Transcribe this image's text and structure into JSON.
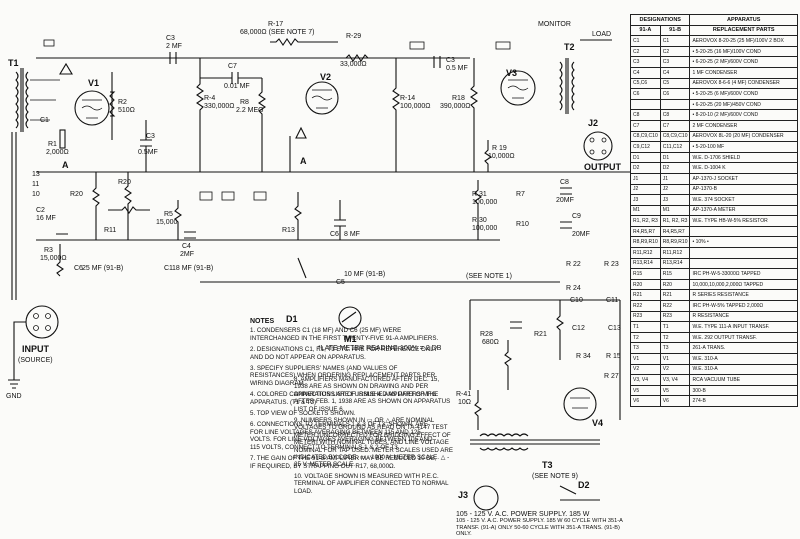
{
  "labels": {
    "t1": "T1",
    "input": "INPUT",
    "source": "(SOURCE)",
    "gnd": "GND",
    "c1": "C1",
    "r1": "R1",
    "r1v": "2,000Ω",
    "v1": "V1",
    "r2": "R2",
    "r2v": "510Ω",
    "c2": "C2",
    "c2v": "16 MF",
    "r3": "R3",
    "r3v": "15,000Ω",
    "c3": "C3",
    "c3v": "2 MF",
    "c3b": "C3",
    "c3bv": "0.5MF",
    "r4": "R-4",
    "r4v": "330,000Ω",
    "c7": "C7",
    "c7v": "0.01 MF",
    "r17": "R-17",
    "r17v": "68,000Ω (SEE NOTE 7)",
    "r29": "R-29",
    "r29v": "33,000Ω",
    "c3n": "C3",
    "c3nv": "0.5 MF",
    "v2": "V2",
    "r8": "R8",
    "r8v": "2.2 MEG",
    "r13": "R13",
    "r14": "R-14",
    "r14v": "100,000Ω",
    "c6": "C6",
    "c6v": "8 MF",
    "v3": "V3",
    "r18": "R18",
    "r18v": "390,000Ω",
    "r19": "R 19",
    "r19v": "10,000Ω",
    "t2": "T2",
    "j2": "J2",
    "output": "OUTPUT",
    "monitor": "MONITOR",
    "load": "LOAD",
    "t1_13": "13",
    "t1_11": "11",
    "t1_10": "10",
    "r20": "R20",
    "r5": "R5",
    "r5v": "15,000",
    "c4": "C4",
    "c4v": "2MF",
    "r11": "R11",
    "r31": "R 31",
    "r31v": "100,000",
    "r30": "R 30",
    "r30v": "100,000",
    "r7": "R7",
    "r10": "R10",
    "c8": "C8",
    "c8v": "20MF",
    "c9": "C9",
    "c9v": "20MF",
    "c6n": "C6",
    "c6nv": "25 MF (91-B)",
    "c1n": "C1",
    "c1nv": "18 MF (91-B)",
    "c5": "C5",
    "c5v": "10 MF (91-B)",
    "seenote": "(SEE NOTE 1)",
    "d1": "D1",
    "m1": "M1",
    "m1note": "*LATE METER READING 100% = 2 DB",
    "r22": "R 22",
    "r23": "R 23",
    "r24": "R 24",
    "r28": "R28",
    "r28v": "680Ω",
    "r21": "R21",
    "c10": "C10",
    "c11": "C11",
    "c12": "C12",
    "c13": "C13",
    "r34": "R 34",
    "r15": "R 15",
    "r27": "R 27",
    "r41": "R-41",
    "r41v": "10Ω",
    "v4": "V4",
    "t3": "T3",
    "t3note": "(SEE NOTE 9)",
    "j3": "J3",
    "d2": "D2",
    "power": "105 - 125 V. A.C. POWER SUPPLY. 185 W 60 CYCLE WITH 351-A TRANSF. (91-A) ONLY 50-60 CYCLE WITH 351-A TRANS. (91-B) ONLY."
  },
  "notes": {
    "title": "NOTES",
    "n1": "1. CONDENSERS C1 (18 MF) AND C6 (25 MF) WERE INTERCHANGED IN THE FIRST TWENTY-FIVE 91-A AMPLIFIERS.",
    "n2": "2. DESIGNATIONS C1, R1, T1 ETC. ARE FOR REFERENCE ONLY AND DO NOT APPEAR ON APPARATUS.",
    "n3": "3. SPECIFY SUPPLIERS' NAMES (AND VALUES OF RESISTANCES) WHEN ORDERING REPLACEMENT PARTS PER WIRING DIAGRAM.",
    "n4": "4. COLORED CONNECTIONS ARE FURNISHED AS PART OF THE APPARATUS. (T1 & T2)",
    "n5": "5. TOP VIEW OF SOCKETS SHOWN.",
    "n6": "6. CONNECTIONS TO TERMINALS 1 & 3 OF T3, SHOWN, ARE FOR LINE VOLTAGES AVERAGING BETWEEN 115 AND 125 VOLTS. FOR LINE VOLTAGES AVERAGING BETWEEN 105 AND 115 VOLTS, CONNECT TO TERMINALS 1 & 2 OF T3.",
    "n7": "7. THE GAIN OF THE 91-B AMPLIFIER MAY BE REDUCED 10 DB, IF REQUIRED, BY STRAPPING OUT R17, 68,000Ω.",
    "n8": "8. AMPLIFIERS MANUFACTURED AFTER DEC. 15, 1938 ARE AS SHOWN ON DRAWING AND PER APPARATUS LIST OF ISSUE 4. AMPLIFIERS MFG AFTER FEB. 1, 1938 ARE AS SHOWN ON APPARATUS LIST OF ISSUE 6.",
    "n9": "9. NUMBERS SHOWN IN ▭ OR △ ARE NOMINAL VOLTAGES TO GROUND AS READ ON TA-4147 TEST METER (UNCORRECTED FOR BRIDGING EFFECT OF METER) WITH NOMINAL TUBES, AND LINE VOLTAGE NOMINAL FOR TAP USED. METER SCALES USED ARE INDICATED BY CODE: ▭ - 1000 V. METER SCALE. △ - 25 V. METER SCALE.",
    "n10": "10. VOLTAGE SHOWN IS MEASURED WITH P.E.C. TERMINAL OF AMPLIFIER CONNECTED TO NORMAL LOAD."
  },
  "parts_table": {
    "headers": [
      "DESIGNATIONS",
      "APPARATUS"
    ],
    "sub_headers": [
      "91-A",
      "91-B",
      "REPLACEMENT PARTS"
    ],
    "rows": [
      [
        "C1",
        "C1",
        "AEROVOX 8-20-25 (25 MF)/100V 2 BOX"
      ],
      [
        "C2",
        "C2",
        "• 5-20-25 (16 MF)/100V COND"
      ],
      [
        "C3",
        "C3",
        "• 6-20-25 (2 MF)/600V COND"
      ],
      [
        "C4",
        "C4",
        "1 MF CONDENSER"
      ],
      [
        "C5,C6",
        "C5",
        "AEROVOX 8-6-6 (4 MF) CONDENSER"
      ],
      [
        "C6",
        "C6",
        "• 5-20-25 (6 MF)/600V COND"
      ],
      [
        "",
        "",
        "• 6-20-25 (20 MF)/450V COND"
      ],
      [
        "C8",
        "C8",
        "• 8-20-10 (2 MF)/600V COND"
      ],
      [
        "C7",
        "C7",
        "2 MF CONDENSER"
      ],
      [
        "C8,C9,C10",
        "C8,C9,C10",
        "AEROVOX 8L-20 (20 MF) CONDENSER"
      ],
      [
        "C9,C12",
        "C11,C12",
        "• 5-20-100 MF"
      ],
      [
        "D1",
        "D1",
        "W.E. D-1706 SHIELD"
      ],
      [
        "D2",
        "D2",
        "W.E. D-1004 K"
      ],
      [
        "J1",
        "J1",
        "AP-1370-J SOCKET"
      ],
      [
        "J2",
        "J2",
        "AP-1370-B"
      ],
      [
        "J3",
        "J3",
        "W.E. 374 SOCKET"
      ],
      [
        "M1",
        "M1",
        "AP-1370-A METER"
      ],
      [
        "R1, R2, R3",
        "R1, R2, R3",
        "W.E. TYPE HB-W-5% RESISTOR"
      ],
      [
        "R4,R5,R7",
        "R4,R5,R7",
        ""
      ],
      [
        "R8,R9,R10",
        "R8,R9,R10",
        "• 10% •"
      ],
      [
        "R11,R12",
        "R11,R12",
        ""
      ],
      [
        "R13,R14",
        "R13,R14",
        ""
      ],
      [
        "R15",
        "R15",
        "IRC PH-W-5-33000Ω TAPPED"
      ],
      [
        "R20",
        "R20",
        "10,000,10,000,2,000Ω TAPPED"
      ],
      [
        "R21",
        "R21",
        "R SERIES RESISTANCE"
      ],
      [
        "R22",
        "R22",
        "IRC PH-W-5% TAPPED 2,000Ω"
      ],
      [
        "R23",
        "R23",
        "R RESISTANCE"
      ],
      [
        "T1",
        "T1",
        "W.E. TYPE 111-A INPUT TRANSF."
      ],
      [
        "T2",
        "T2",
        "W.E. 292 OUTPUT TRANSF."
      ],
      [
        "T3",
        "T3",
        "261-A TRANS."
      ],
      [
        "V1",
        "V1",
        "W.E. 310-A"
      ],
      [
        "V2",
        "V2",
        "W.E. 310-A"
      ],
      [
        "V3, V4",
        "V3, V4",
        "RCA VACUUM TUBE"
      ],
      [
        "V5",
        "V5",
        "300-B"
      ],
      [
        "V6",
        "V6",
        "274-B"
      ]
    ]
  }
}
